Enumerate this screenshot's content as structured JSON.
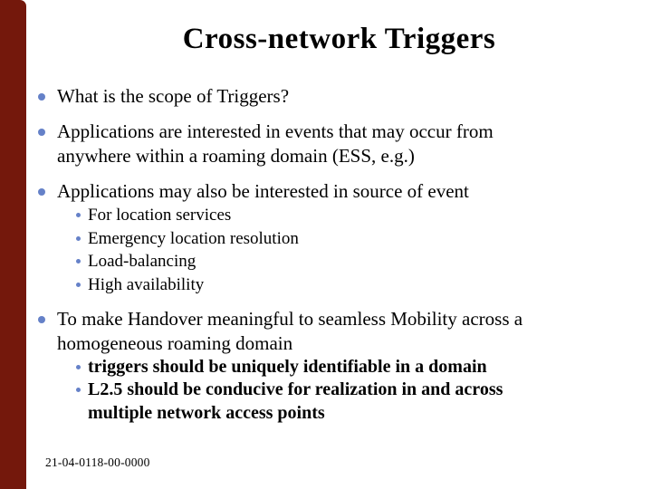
{
  "slide": {
    "title": "Cross-network Triggers",
    "footer": "21-04-0118-00-0000",
    "colors": {
      "accent_bar": "#74180C",
      "bullet": "#6581C8",
      "text": "#000000",
      "background": "#ffffff"
    },
    "bullets": [
      {
        "level": 1,
        "bold": false,
        "text": "What is the scope of Triggers?"
      },
      {
        "level": 1,
        "bold": false,
        "text": "Applications are interested in events that may occur from\nanywhere within a roaming domain (ESS, e.g.)"
      },
      {
        "level": 1,
        "bold": false,
        "text": "Applications may also be interested in source of event"
      },
      {
        "level": 2,
        "bold": false,
        "text": "For location services"
      },
      {
        "level": 2,
        "bold": false,
        "text": "Emergency location resolution"
      },
      {
        "level": 2,
        "bold": false,
        "text": "Load-balancing"
      },
      {
        "level": 2,
        "bold": false,
        "text": "High availability"
      },
      {
        "level": 1,
        "bold": false,
        "text": "To make Handover meaningful to seamless Mobility across a\nhomogeneous roaming domain"
      },
      {
        "level": 2,
        "bold": true,
        "text": "triggers should be uniquely identifiable in a domain"
      },
      {
        "level": 2,
        "bold": true,
        "text": "L2.5 should be conducive for realization in and across\nmultiple network access points"
      }
    ]
  }
}
